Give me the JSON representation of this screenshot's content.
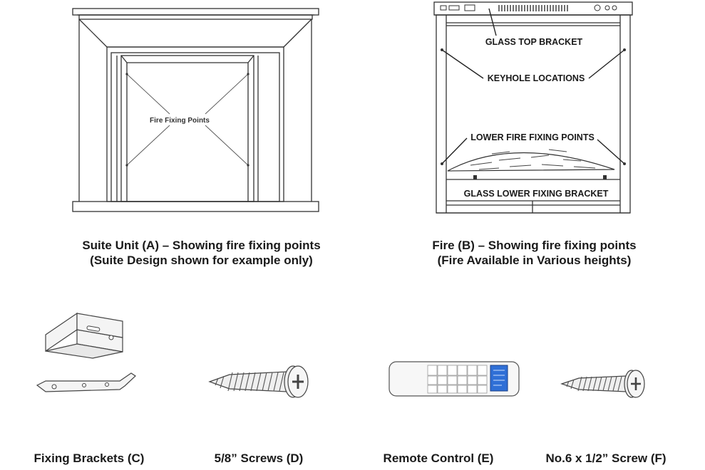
{
  "suite": {
    "label": "Fire Fixing Points",
    "caption_line1": "Suite Unit (A) – Showing fire fixing points",
    "caption_line2": "(Suite Design shown for example only)"
  },
  "fire": {
    "label_top_bracket": "GLASS TOP BRACKET",
    "label_keyhole": "KEYHOLE LOCATIONS",
    "label_lower_points": "LOWER FIRE FIXING POINTS",
    "label_lower_bracket": "GLASS LOWER FIXING BRACKET",
    "caption_line1": "Fire (B) – Showing fire fixing points",
    "caption_line2": "(Fire Available in Various heights)"
  },
  "parts": [
    {
      "caption": "Fixing Brackets (C)"
    },
    {
      "caption": "5/8” Screws (D)"
    },
    {
      "caption": "Remote Control (E)"
    },
    {
      "caption": "No.6 x 1/2” Screw (F)"
    }
  ],
  "colors": {
    "line": "#333333",
    "screen": "#2f6fd6"
  }
}
